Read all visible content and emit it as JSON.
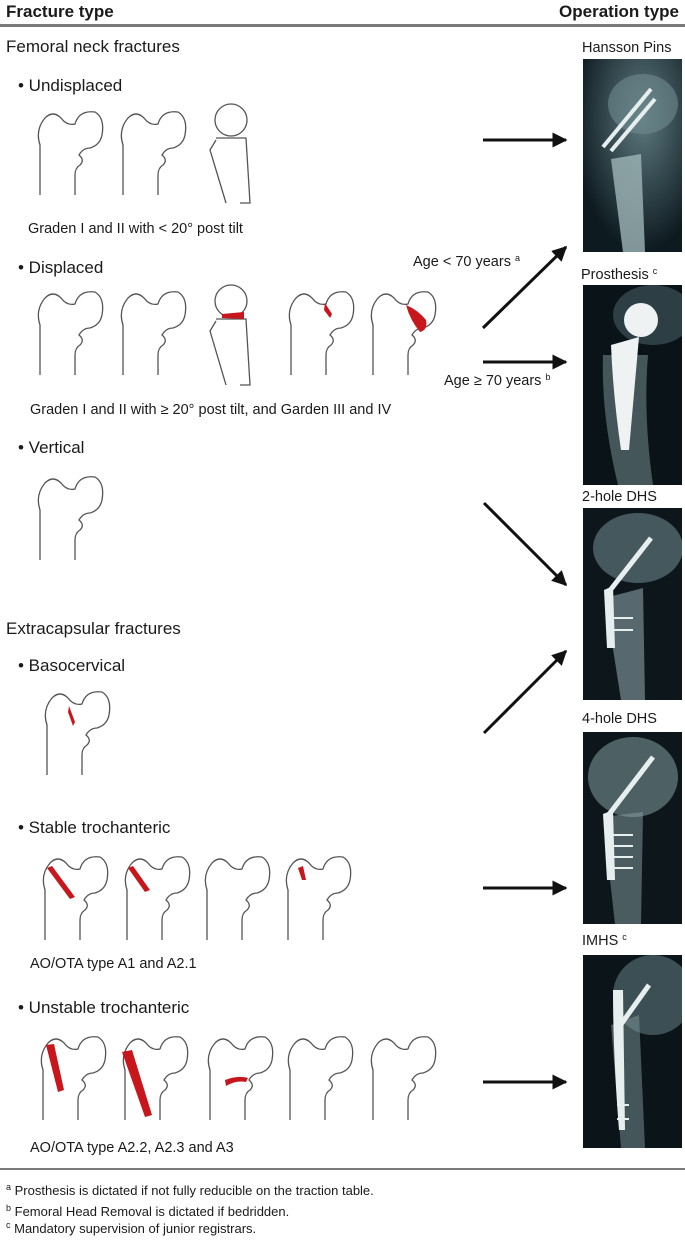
{
  "header": {
    "left_title": "Fracture type",
    "right_title": "Operation type"
  },
  "sections": [
    {
      "title": "Femoral neck fractures",
      "groups": [
        {
          "bullet": "• Undisplaced",
          "caption": "Graden I and II with < 20° post tilt",
          "drawings": 3,
          "red_highlights": 0
        },
        {
          "bullet": "• Displaced",
          "caption": "Graden I and II with ≥ 20° post tilt, and Garden III and IV",
          "drawings": 5,
          "red_highlights": 3
        },
        {
          "bullet": "• Vertical",
          "caption": "",
          "drawings": 1,
          "red_highlights": 0
        }
      ]
    },
    {
      "title": "Extracapsular fractures",
      "groups": [
        {
          "bullet": "• Basocervical",
          "caption": "",
          "drawings": 1,
          "red_highlights": 1
        },
        {
          "bullet": "• Stable trochanteric",
          "caption": "AO/OTA type A1 and A2.1",
          "drawings": 4,
          "red_highlights": 3
        },
        {
          "bullet": "• Unstable trochanteric",
          "caption": "AO/OTA type A2.2, A2.3 and A3",
          "drawings": 5,
          "red_highlights": 3
        }
      ]
    }
  ],
  "age_labels": {
    "under": {
      "text": "Age < 70 years",
      "sup": "a"
    },
    "over": {
      "text": "Age ≥ 70 years",
      "sup": "b"
    }
  },
  "operations": [
    {
      "label": "Hansson Pins",
      "sup": ""
    },
    {
      "label": "Prosthesis",
      "sup": "c"
    },
    {
      "label": "2-hole DHS",
      "sup": ""
    },
    {
      "label": "4-hole DHS",
      "sup": ""
    },
    {
      "label": "IMHS",
      "sup": "c"
    }
  ],
  "footnotes": [
    {
      "mark": "a",
      "text": "Prosthesis is dictated if not fully reducible on the traction table."
    },
    {
      "mark": "b",
      "text": "Femoral Head Removal is dictated if bedridden."
    },
    {
      "mark": "c",
      "text": "Mandatory supervision of junior registrars."
    }
  ],
  "colors": {
    "fracture_highlight": "#c8161d",
    "rule": "#7a7a7a",
    "xray_background": "#0b1419"
  }
}
